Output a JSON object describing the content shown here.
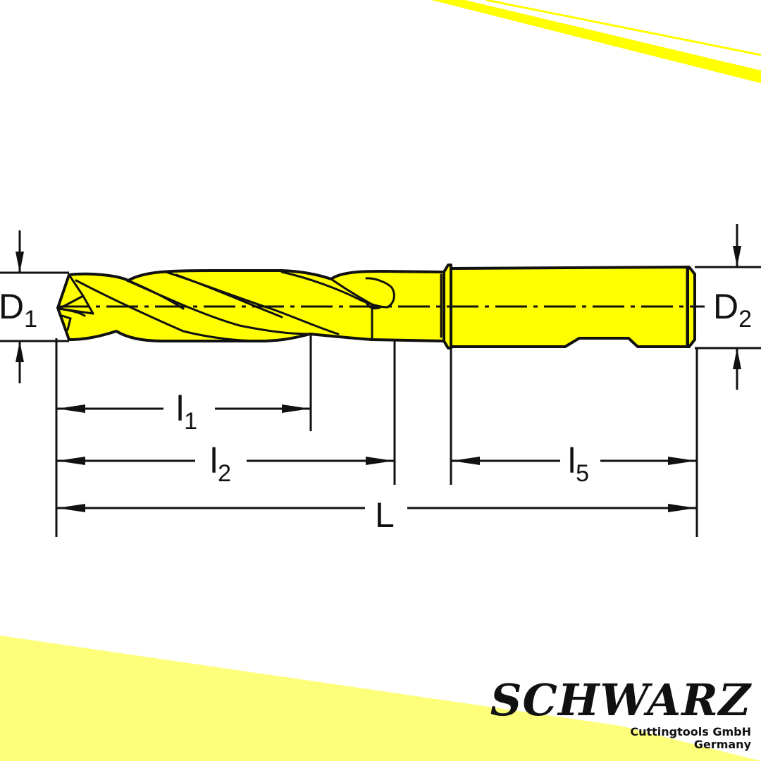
{
  "colors": {
    "accent": "#ffff00",
    "accent_light": "#fdff7a",
    "outline": "#111111",
    "background": "#ffffff"
  },
  "dimensions": {
    "d1": {
      "main": "D",
      "sub": "1"
    },
    "d2": {
      "main": "D",
      "sub": "2"
    },
    "l1": {
      "main": "l",
      "sub": "1"
    },
    "l2": {
      "main": "l",
      "sub": "2"
    },
    "l5": {
      "main": "l",
      "sub": "5"
    },
    "total": {
      "main": "L"
    }
  },
  "brand": {
    "name": "SCHWARZ",
    "company": "Cuttingtools GmbH",
    "country": "Germany"
  }
}
